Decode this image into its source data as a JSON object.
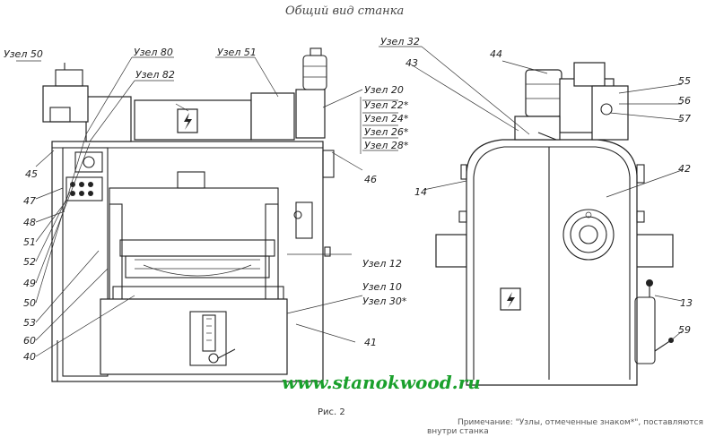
{
  "title": "Общий вид станка",
  "caption": "Рис. 2",
  "note_line1": "Примечание: \"Узлы, отмеченные знаком*\", поставляются",
  "note_line2": "внутри станка",
  "watermark": "www.stanokwood.ru",
  "colors": {
    "line": "#222222",
    "watermark": "#1aa02c"
  },
  "left_units": {
    "u50": "Узел 50",
    "u80": "Узел 80",
    "u82": "Узел 82",
    "u51": "Узел 51",
    "u20": "Узел 20",
    "u22": "Узел 22*",
    "u24": "Узел 24*",
    "u26": "Узел 26*",
    "u28": "Узел 28*",
    "u12": "Узел 12",
    "u10": "Узел 10",
    "u30": "Узел 30*"
  },
  "left_numbers": {
    "n45": "45",
    "n46": "46",
    "n47": "47",
    "n48": "48",
    "n51": "51",
    "n52": "52",
    "n49": "49",
    "n50": "50",
    "n53": "53",
    "n60": "60",
    "n40": "40",
    "n41": "41"
  },
  "right_units": {
    "u32": "Узел 32"
  },
  "right_numbers": {
    "n43": "43",
    "n44": "44",
    "n55": "55",
    "n56": "56",
    "n57": "57",
    "n42": "42",
    "n14": "14",
    "n13": "13",
    "n59": "59"
  }
}
